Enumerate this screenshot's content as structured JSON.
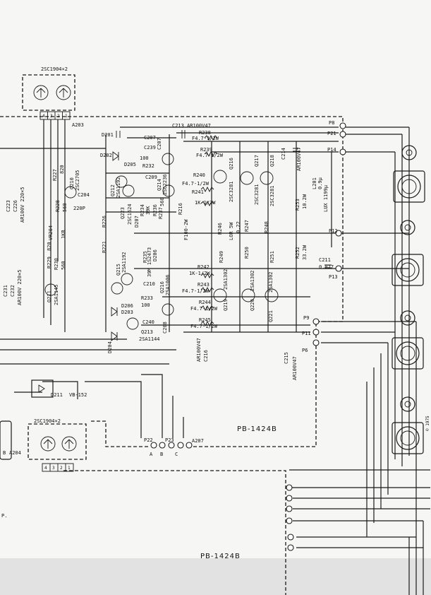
{
  "boards": {
    "main": "PB-1424B",
    "lower": "PB-1424B"
  },
  "top_transistor_pack": "2SC1904×2",
  "bottom_transistor_pack": "2SC1904×2",
  "pin_numbers": [
    "4",
    "3",
    "2",
    "1"
  ],
  "terminals": {
    "a203": "A203",
    "a204": "A204",
    "a207": "A207",
    "p8": "P8",
    "p21": "P21",
    "p14": "P14",
    "p12": "P12",
    "p13": "P13",
    "p9": "P9",
    "p11": "P11",
    "p6": "P6",
    "p22": "P22",
    "p23": "P23",
    "a": "A",
    "b": "B",
    "c": "C",
    "b_left": "B"
  },
  "components": {
    "c213": "C213 AR100V47",
    "r238": "R238",
    "r238_val": "F4.7-1/2W",
    "r239": "R239",
    "r239_val": "F4.7-1/2W",
    "r240": "R240",
    "r240_val": "F4.7-1/2W",
    "r241": "R241",
    "r241_val": "1K-1/2W",
    "d201": "D201",
    "d202": "D202",
    "d205": "D205",
    "c207": "C207",
    "c239": "C239",
    "r232": "R232",
    "c209": "C209",
    "q214": "Q214",
    "q214_type": "2SC2236",
    "c207b": "C207",
    "val100": "100",
    "r227": "R227",
    "val820": "820",
    "q210": "Q210",
    "q210_type": "2SC2705",
    "c204": "C204",
    "val220p": "220P",
    "r228": "R228",
    "val560": "560",
    "vr204": "VR204",
    "val1kb": "1KB",
    "q212": "Q212",
    "q212_type": "2SA1192",
    "r226": "R226",
    "c223": "C223",
    "c226": "C226",
    "ar100v220": "AR100V 220×5",
    "r229": "R229",
    "val820b": "820",
    "r230": "R230",
    "val560b": "560",
    "q211": "Q211",
    "q211_type": "2SA1145",
    "c231": "C231",
    "c232": "C232",
    "ar100v220b": "AR100V 220×5",
    "q223": "Q223",
    "q223_type": "2SC1624",
    "r234": "R234",
    "val39k": "39K",
    "d207": "D207",
    "r236": "R236",
    "r237": "R237",
    "val560c": "560",
    "r216": "R216",
    "val100_2w": "F100-2W",
    "r221": "R221",
    "q215": "Q215",
    "q215_type": "2SA1192",
    "r235": "R235",
    "d206": "D206",
    "val39m": "39M 1S2473",
    "c210": "C210",
    "r233": "R233",
    "val100b": "100",
    "d206b": "D206",
    "d203": "D203",
    "q213": "Q213",
    "q213_type": "2SA1144",
    "c240": "C240",
    "c208": "C208",
    "q216": "Q216",
    "q216_type": "2SA1006",
    "d204": "D204",
    "q217": "Q217",
    "q218": "Q218",
    "q216b": "Q216",
    "type_2sc3281": "2SC3281",
    "type_2sc3281b": "2SC3281",
    "type_2sc3281c": "2SC3281",
    "r246": "R246",
    "r247": "R247",
    "r248": "R248",
    "lor5w": "LOR 5W",
    "val022": "0.22",
    "r249": "R249",
    "r250": "R250",
    "r251": "R251",
    "r242": "R242",
    "r242_val": "1K-1/2W",
    "r243": "R243",
    "r243_val": "F4.7-1/2W",
    "r244": "R244",
    "r244_val": "F4.7-1/2W",
    "r245": "R245",
    "r245_val": "F4.7-1/2W",
    "q219": "Q219",
    "q220": "Q220",
    "q221": "Q221",
    "type_2sa1302": "2SA1302",
    "type_2sa1302b": "2SA1302",
    "type_2sa1302c": "2SA1302",
    "c214": "C214",
    "c214_val": "AR100V47",
    "r253": "R253",
    "r253_val": "10.2W",
    "l201": "L201",
    "l201_val": "0.9μ",
    "lux": "LUX 1199μ",
    "c211": "C211",
    "c211_val": "0.027",
    "r252": "R252",
    "r252_val": "33.2W",
    "c216": "C216",
    "c216_val": "AR100V47",
    "c215": "C215",
    "c215_val": "AR100V47",
    "d211": "D211",
    "d211_type": "VB-152"
  },
  "margin_text": "P.",
  "right_edge_text": "© 1975"
}
